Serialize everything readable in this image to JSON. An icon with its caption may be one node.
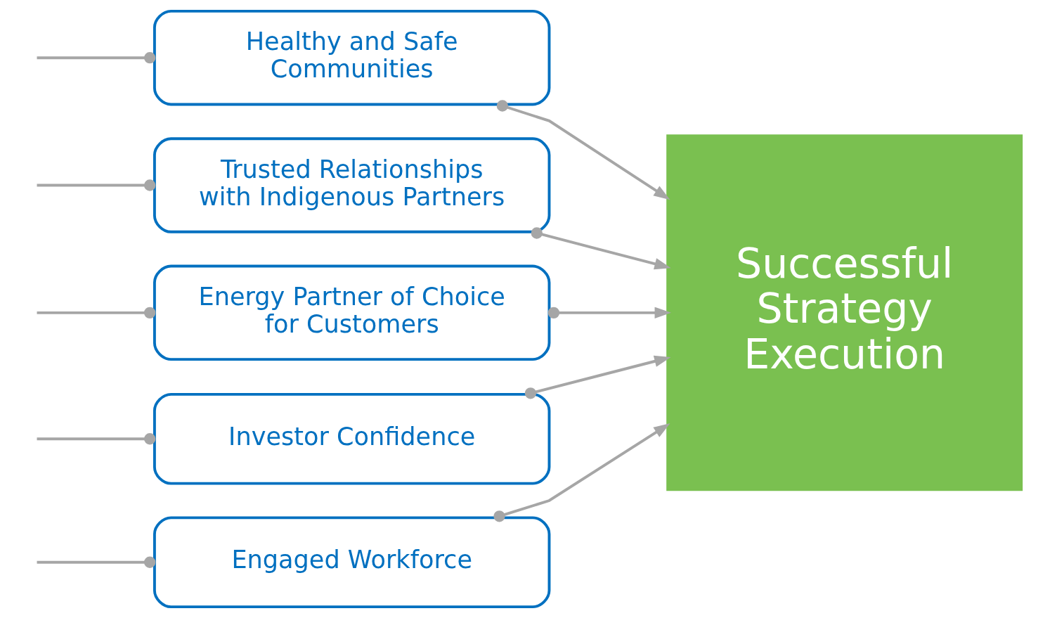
{
  "diagram": {
    "nodes": [
      {
        "text": [
          "Engaged Workforce"
        ]
      },
      {
        "text": [
          "Healthy and Safe Communities"
        ]
      },
      {
        "text": [
          "Trusted Relationships with Indigenous Partners"
        ]
      },
      {
        "text": [
          "Energy Partner of Choice for Customers"
        ]
      },
      {
        "text": [
          "Investor Confidence"
        ]
      },
      {
        "text": [
          "Successful Strategy Execution"
        ]
      }
    ],
    "edges": [
      {
        "from": null,
        "to": 0,
        "arrow": "other"
      },
      {
        "from": null,
        "to": 1,
        "arrow": "other"
      },
      {
        "from": null,
        "to": 2,
        "arrow": "other"
      },
      {
        "from": null,
        "to": 3,
        "arrow": "other"
      },
      {
        "from": null,
        "to": 4,
        "arrow": "other"
      },
      {
        "from": 0,
        "to": 5,
        "arrow": "to"
      },
      {
        "from": 1,
        "to": 5,
        "arrow": "to"
      },
      {
        "from": 2,
        "to": 5,
        "arrow": "to"
      },
      {
        "from": 3,
        "to": 5,
        "arrow": "to"
      },
      {
        "from": 4,
        "to": 5,
        "arrow": "to"
      }
    ]
  }
}
